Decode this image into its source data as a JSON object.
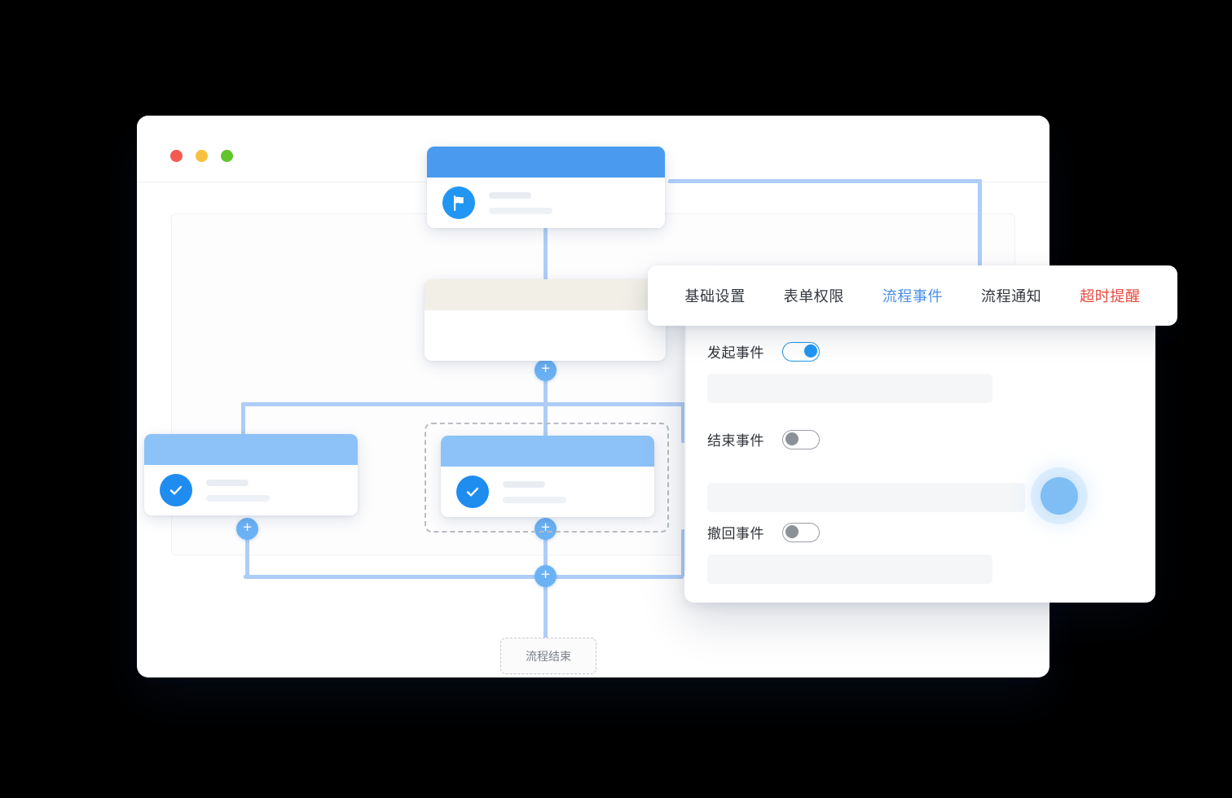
{
  "window": {
    "traffic_lights": [
      {
        "name": "close",
        "color": "#f35b51"
      },
      {
        "name": "minimize",
        "color": "#f7c13f"
      },
      {
        "name": "maximize",
        "color": "#60c52b"
      }
    ]
  },
  "flow": {
    "nodes": [
      {
        "id": "start-node",
        "icon": "flag-icon",
        "header_color": "#4a9af0",
        "selected": false
      },
      {
        "id": "cream-node",
        "icon": "none",
        "header_color": "#f1efe6",
        "selected": false
      },
      {
        "id": "approval-node-left",
        "icon": "check-circle-icon",
        "header_color": "#8cc2f7",
        "selected": false
      },
      {
        "id": "approval-node-center",
        "icon": "check-circle-icon",
        "header_color": "#8cc2f7",
        "selected": true
      }
    ],
    "end_node_label": "流程结束",
    "add_buttons": [
      {
        "id": "add-below-cream",
        "label": "+"
      },
      {
        "id": "add-below-left-approval",
        "label": "+"
      },
      {
        "id": "add-below-center-approval",
        "label": "+"
      },
      {
        "id": "add-at-merge",
        "label": "+"
      }
    ],
    "connector_color": "#aecdf7",
    "endpoint_ring_color": "#2196f3"
  },
  "tabbar": {
    "tabs": [
      {
        "id": "tab-basic-settings",
        "label": "基础设置",
        "state": "default"
      },
      {
        "id": "tab-form-permissions",
        "label": "表单权限",
        "state": "default"
      },
      {
        "id": "tab-process-events",
        "label": "流程事件",
        "state": "active"
      },
      {
        "id": "tab-process-notifications",
        "label": "流程通知",
        "state": "default"
      },
      {
        "id": "tab-timeout-reminder",
        "label": "超时提醒",
        "state": "alert"
      }
    ],
    "active_color": "#4a90e8",
    "alert_color": "#e8483f",
    "default_color": "#33383f"
  },
  "settings_panel": {
    "fields": [
      {
        "id": "initiate-event",
        "label": "发起事件",
        "toggle": "on"
      },
      {
        "id": "end-event",
        "label": "结束事件",
        "toggle": "off"
      },
      {
        "id": "withdraw-event",
        "label": "撤回事件",
        "toggle": "off"
      }
    ],
    "toggle_on_color": "#2196f3",
    "toggle_off_color": "#8c9098"
  },
  "accent": {
    "glow_dot_color": "#7fbdf5"
  }
}
